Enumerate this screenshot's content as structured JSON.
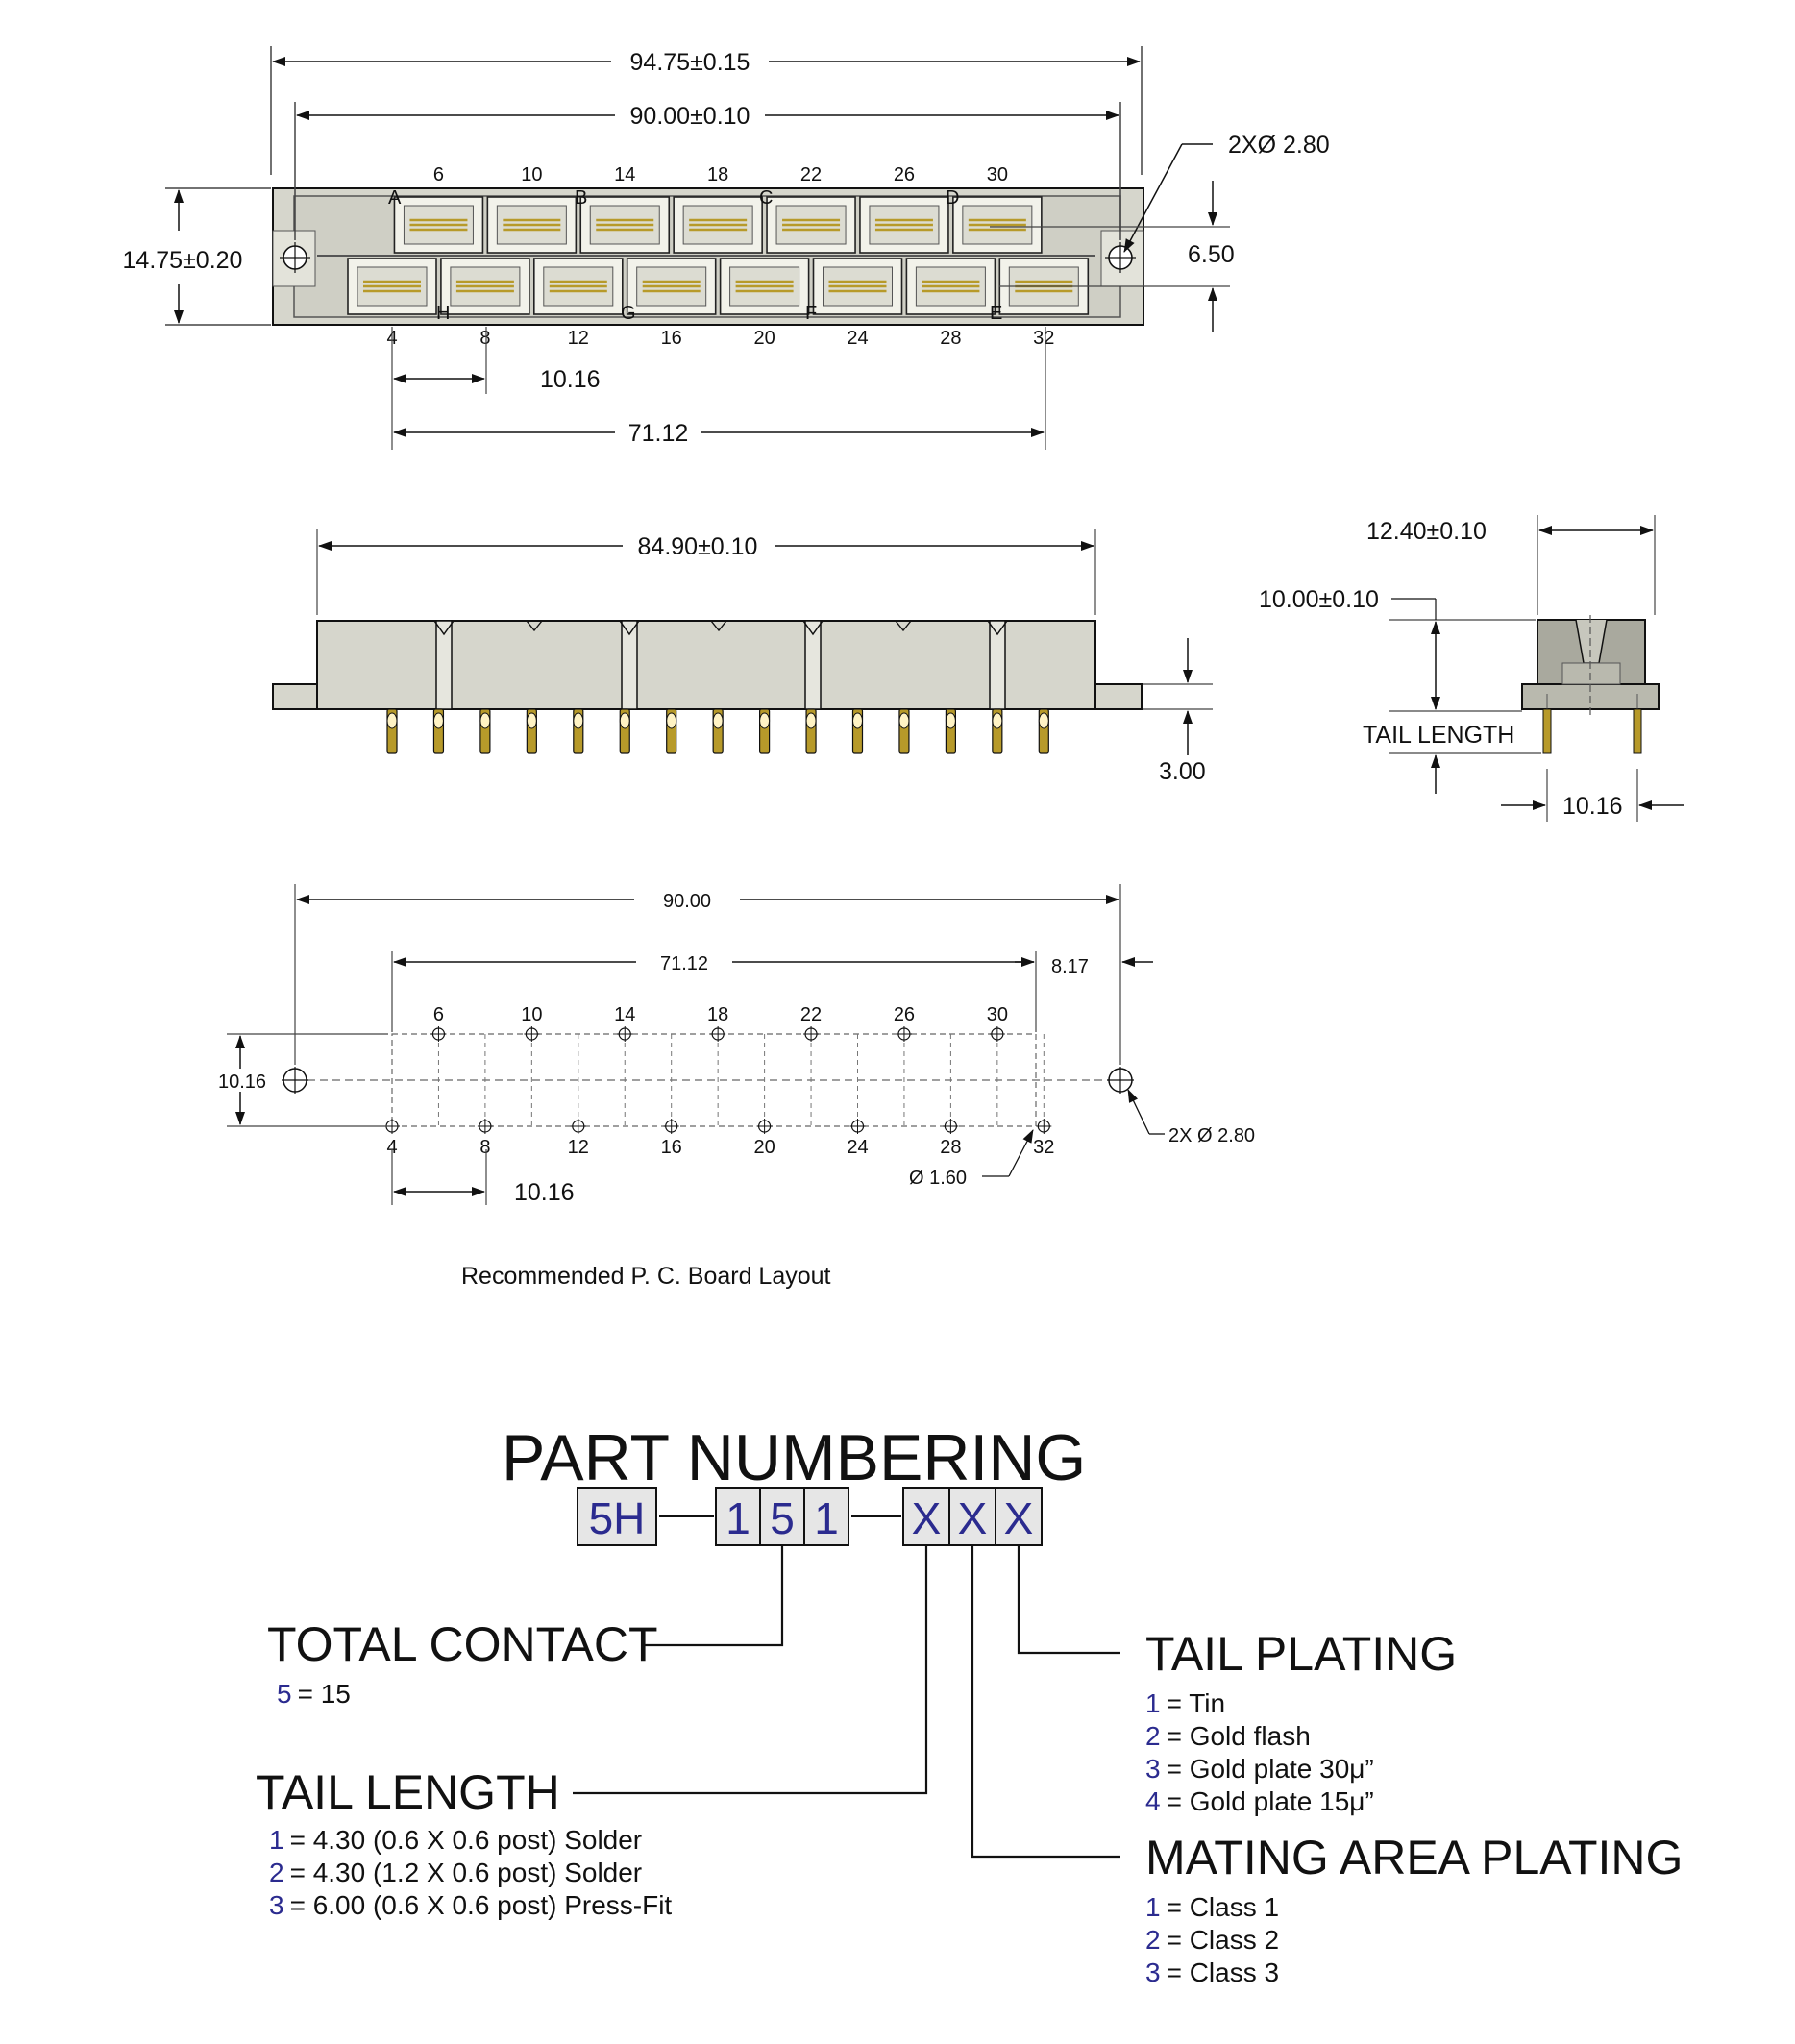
{
  "colors": {
    "body": "#d6d6cc",
    "body_dark": "#c2c2b8",
    "body_light": "#e6e6de",
    "slot": "#f2f2ea",
    "contact": "#b79a2a",
    "line": "#111111",
    "dim_line": "#444444",
    "leader": "#2b2b8f",
    "code_box": "#e6e6e6",
    "code_text": "#2b2b8f"
  },
  "top_view": {
    "dims": {
      "overall_length": "94.75±0.15",
      "hole_spacing": "90.00±0.10",
      "height": "14.75±0.20",
      "mount_holes": "2XØ 2.80",
      "row_spacing": "6.50",
      "pitch": "10.16",
      "span": "71.12"
    },
    "top_pins": [
      "6",
      "10",
      "14",
      "18",
      "22",
      "26",
      "30"
    ],
    "bottom_pins": [
      "4",
      "8",
      "12",
      "16",
      "20",
      "24",
      "28",
      "32"
    ],
    "row_letters_top": [
      "A",
      "B",
      "C",
      "D"
    ],
    "row_letters_bottom": [
      "H",
      "G",
      "F",
      "E"
    ]
  },
  "front_view": {
    "dims": {
      "length": "84.90±0.10",
      "tail": "3.00"
    }
  },
  "side_view": {
    "dims": {
      "width": "12.40±0.10",
      "height": "10.00±0.10",
      "tail_length": "TAIL LENGTH",
      "pitch": "10.16"
    }
  },
  "pcb_layout": {
    "dims": {
      "hole_spacing": "90.00",
      "span": "71.12",
      "offset": "8.17",
      "row_spacing": "10.16",
      "pitch": "10.16",
      "mount_holes": "2X Ø 2.80",
      "pin_hole": "Ø 1.60"
    },
    "top_pins": [
      "6",
      "10",
      "14",
      "18",
      "22",
      "26",
      "30"
    ],
    "bottom_pins": [
      "4",
      "8",
      "12",
      "16",
      "20",
      "24",
      "28",
      "32"
    ],
    "caption": "Recommended P. C. Board Layout"
  },
  "part_numbering": {
    "title": "PART NUMBERING",
    "code": [
      "5H",
      "1",
      "5",
      "1",
      "X",
      "X",
      "X"
    ],
    "total_contact": {
      "heading": "TOTAL CONTACT",
      "options": [
        {
          "key": "5",
          "text": "= 15"
        }
      ]
    },
    "tail_length": {
      "heading": "TAIL LENGTH",
      "options": [
        {
          "key": "1",
          "text": "= 4.30 (0.6 X 0.6 post)  Solder"
        },
        {
          "key": "2",
          "text": "= 4.30 (1.2 X 0.6 post)  Solder"
        },
        {
          "key": "3",
          "text": "= 6.00 (0.6 X 0.6 post)  Press-Fit"
        }
      ]
    },
    "tail_plating": {
      "heading": "TAIL PLATING",
      "options": [
        {
          "key": "1",
          "text": "= Tin"
        },
        {
          "key": "2",
          "text": "= Gold flash"
        },
        {
          "key": "3",
          "text": "= Gold plate 30μ”"
        },
        {
          "key": "4",
          "text": "= Gold plate 15μ”"
        }
      ]
    },
    "mating_area_plating": {
      "heading": "MATING AREA PLATING",
      "options": [
        {
          "key": "1",
          "text": "= Class 1"
        },
        {
          "key": "2",
          "text": "= Class 2"
        },
        {
          "key": "3",
          "text": "= Class 3"
        }
      ]
    }
  }
}
